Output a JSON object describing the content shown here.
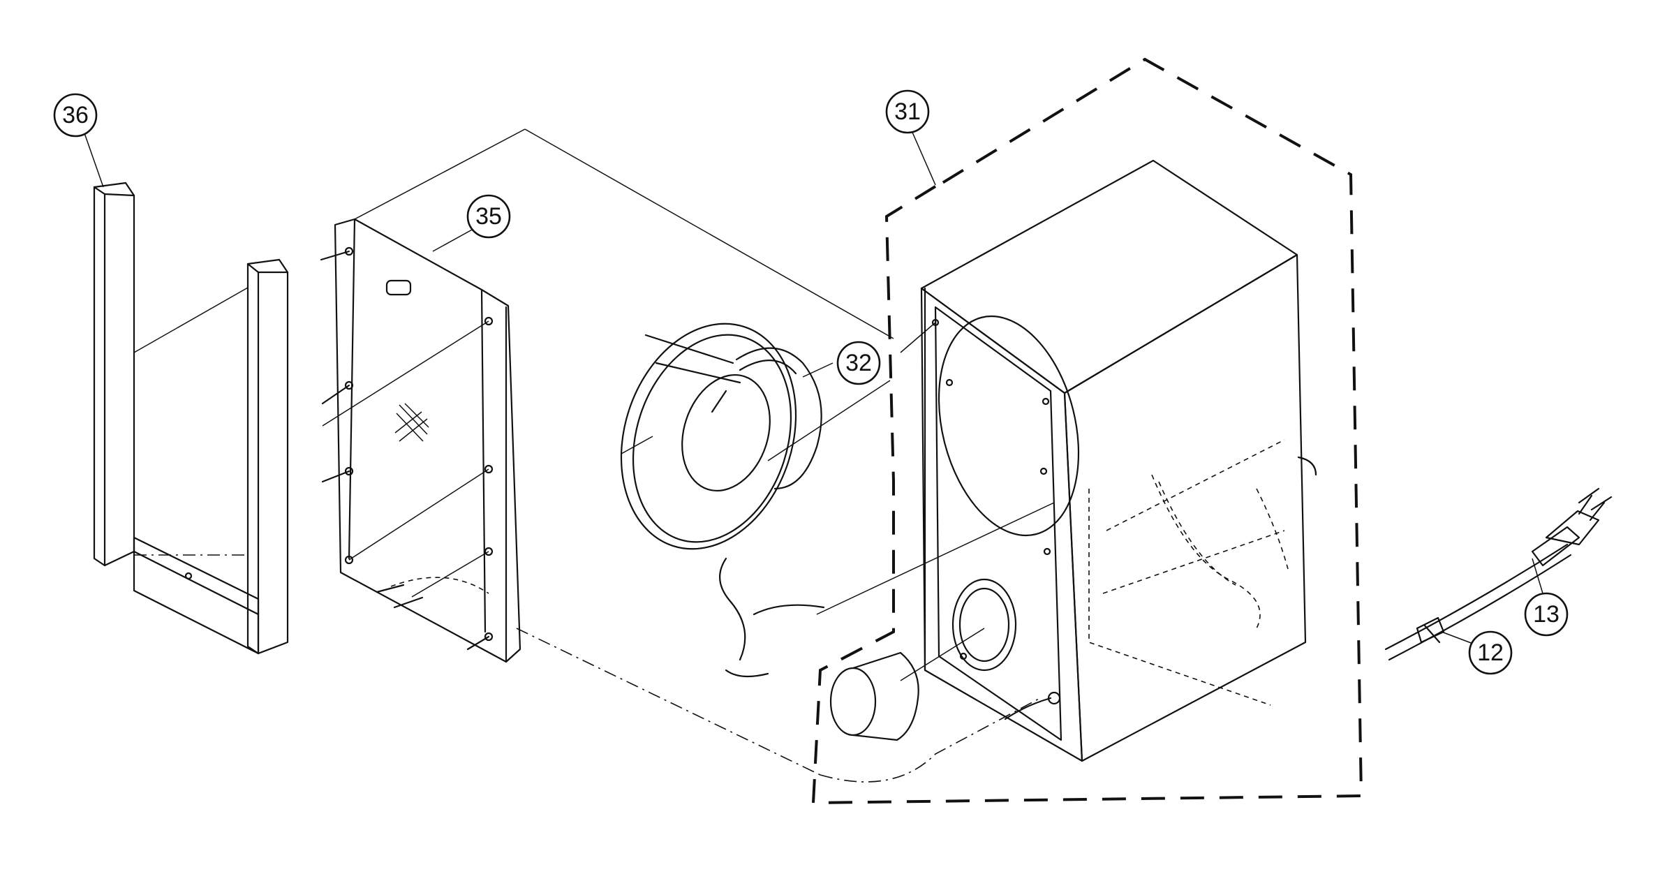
{
  "callouts": [
    {
      "id": "c36",
      "label": "36"
    },
    {
      "id": "c35",
      "label": "35"
    },
    {
      "id": "c32",
      "label": "32"
    },
    {
      "id": "c31",
      "label": "31"
    },
    {
      "id": "c13",
      "label": "13"
    },
    {
      "id": "c12",
      "label": "12"
    }
  ]
}
